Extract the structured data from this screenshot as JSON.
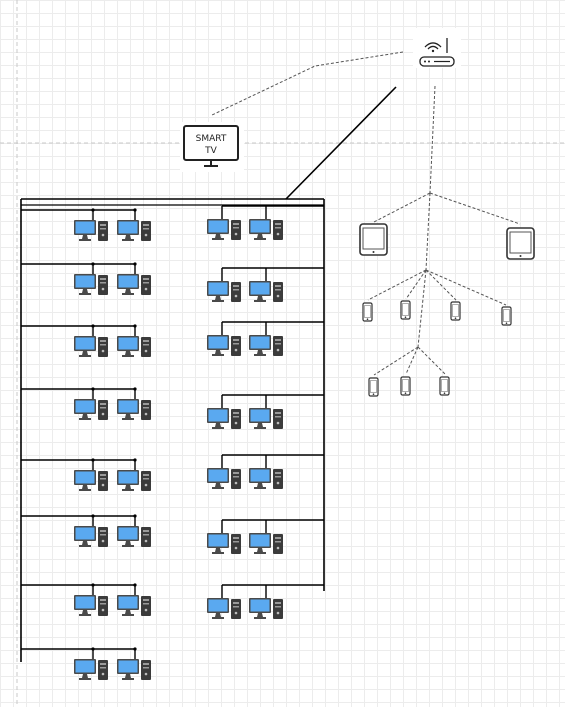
{
  "diagram": {
    "router": {
      "icon": "wifi-router-icon"
    },
    "smart_tv": {
      "icon": "smart-tv-icon",
      "label_line1": "SMART",
      "label_line2": "TV"
    },
    "wired_network": {
      "icon": "desktop-computer-icon"
    },
    "wireless_devices": {
      "tablets": {
        "icon": "tablet-icon",
        "count": 2
      },
      "phones": {
        "icon": "smartphone-icon",
        "count": 7
      }
    },
    "colors": {
      "screen": "#5aa9f0",
      "tower": "#3b3b3b",
      "line": "#000000",
      "wireless": "#555555",
      "guide": "#c8c8c8"
    }
  }
}
